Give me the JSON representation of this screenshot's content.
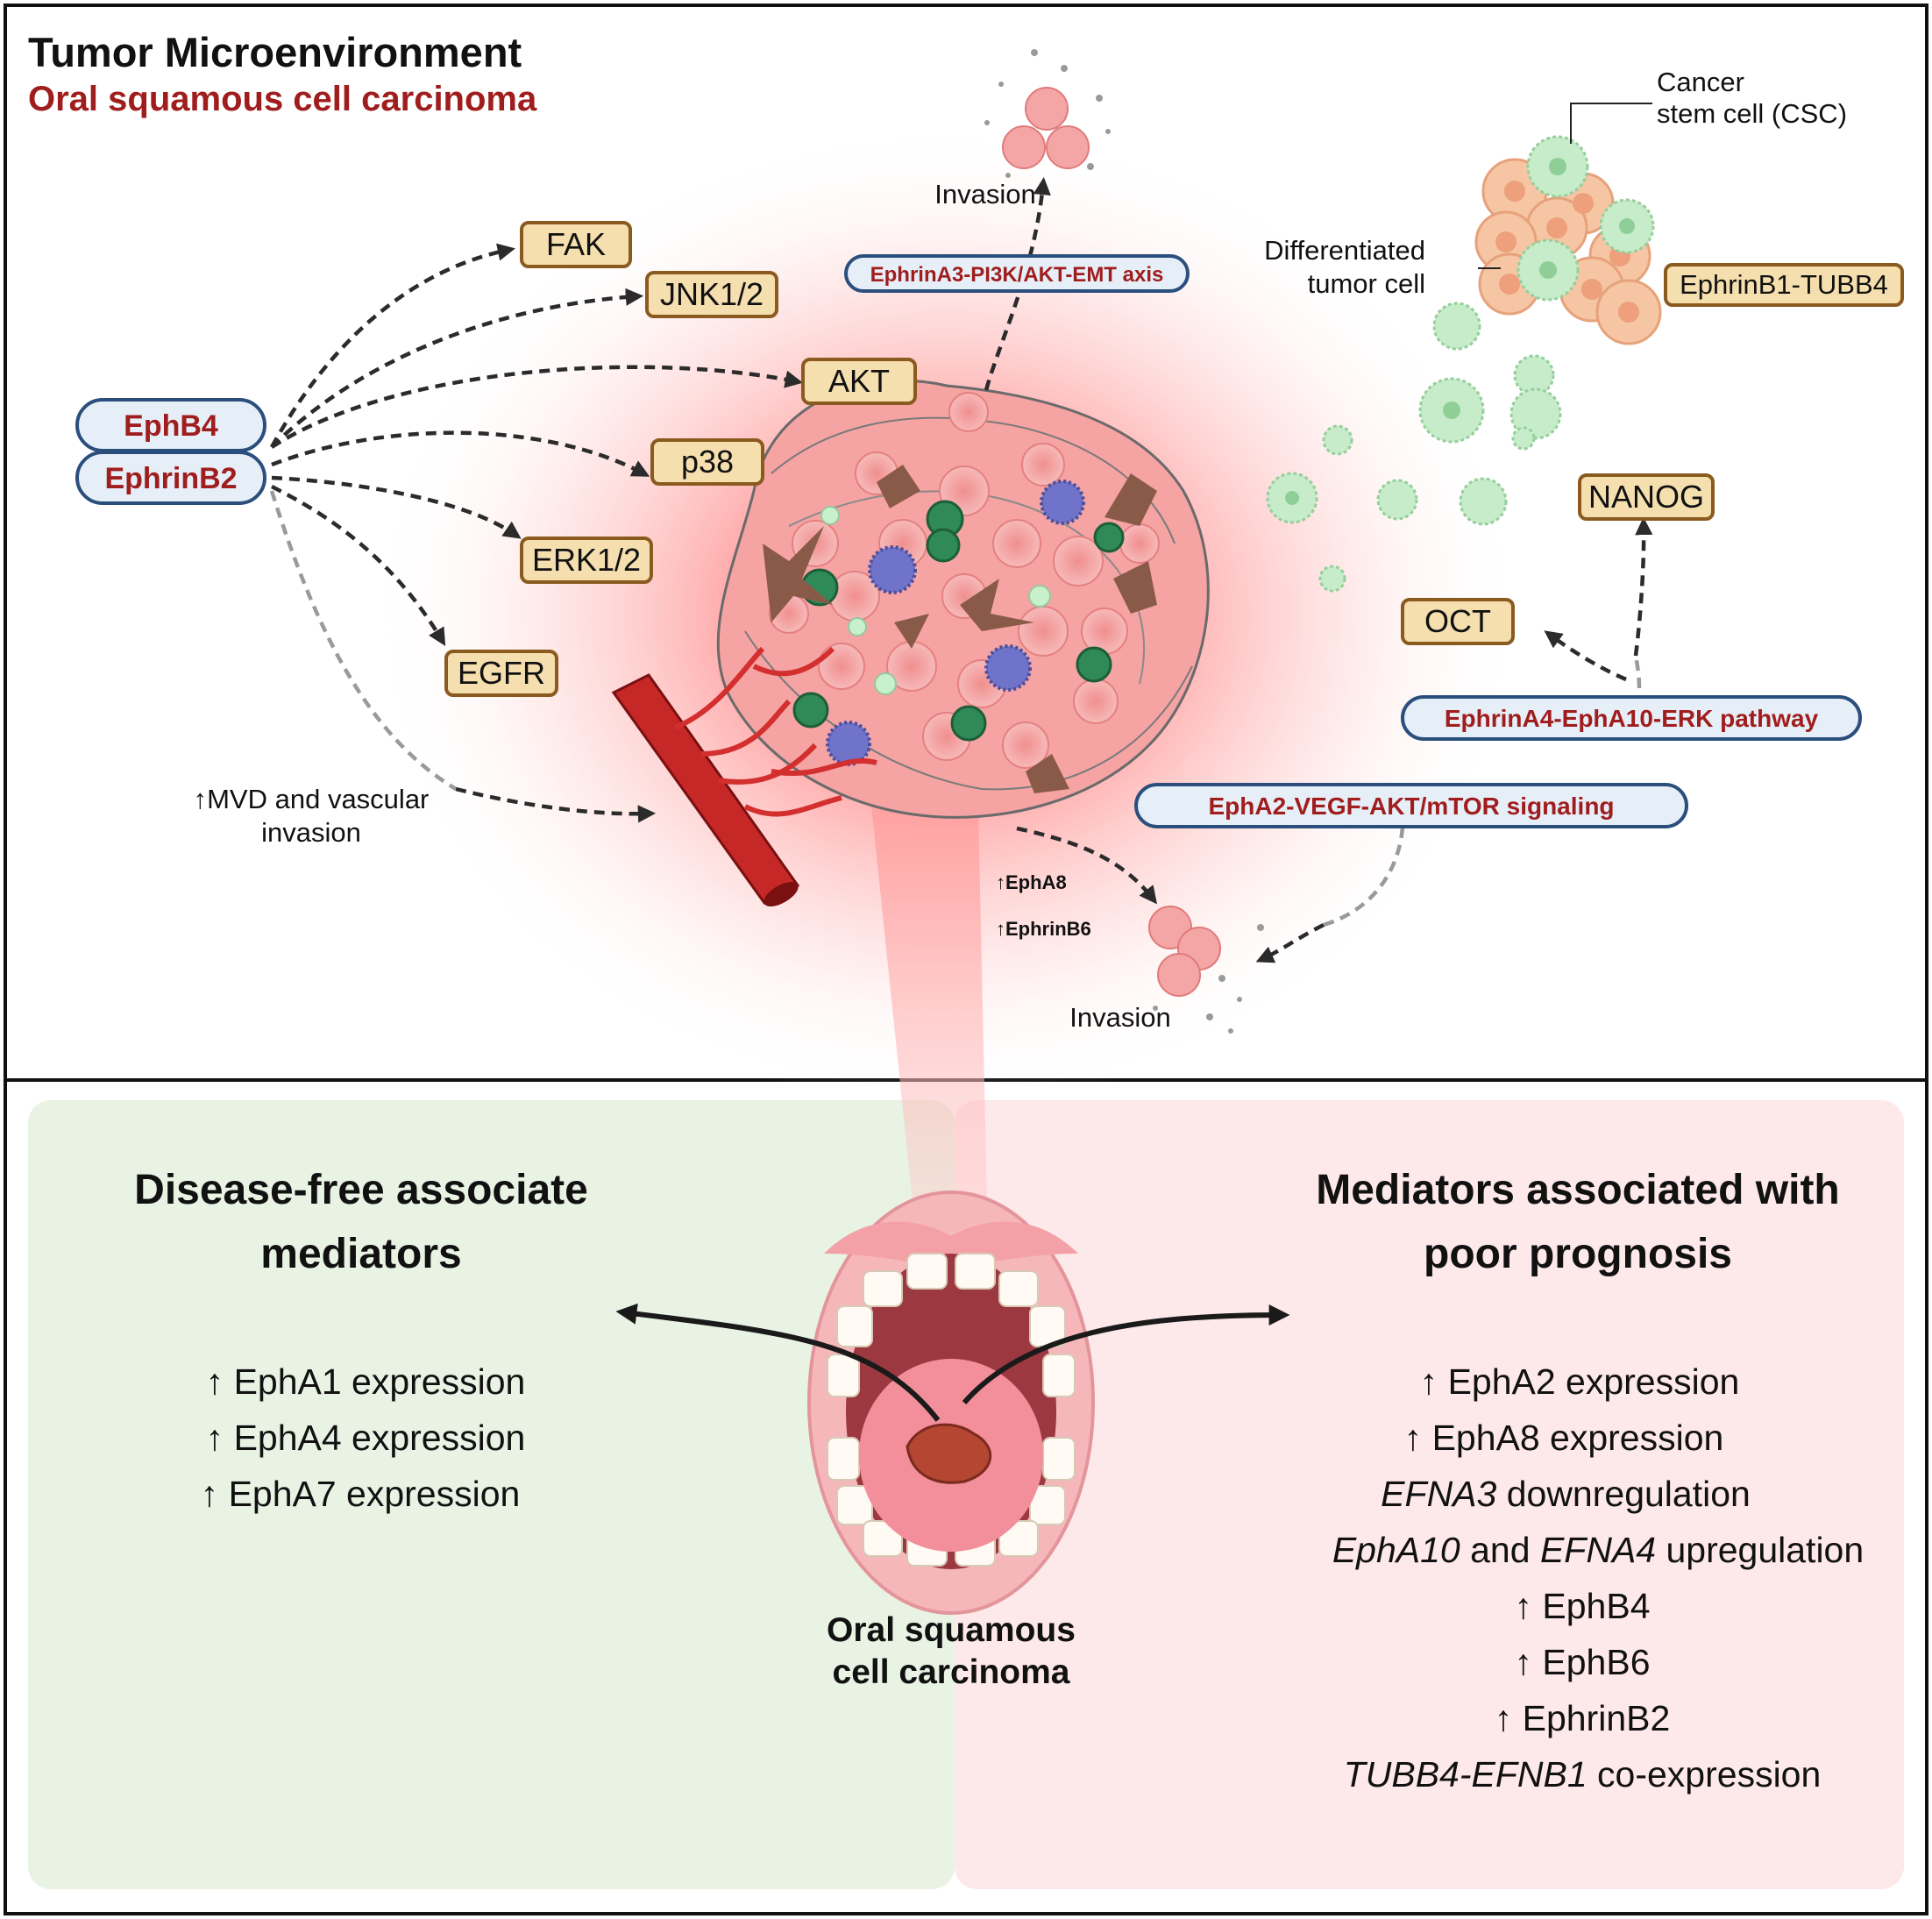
{
  "header": {
    "title": "Tumor Microenvironment",
    "subtitle": "Oral squamous cell carcinoma"
  },
  "receptors": {
    "ephb4": "EphB4",
    "ephrinb2": "EphrinB2"
  },
  "targets": {
    "fak": "FAK",
    "jnk": "JNK1/2",
    "akt": "AKT",
    "p38": "p38",
    "erk": "ERK1/2",
    "egfr": "EGFR",
    "nanog": "NANOG",
    "oct": "OCT"
  },
  "labels": {
    "mvd_1": "↑MVD and vascular",
    "mvd_2": "invasion",
    "invasion_top": "Invasion",
    "invasion_bottom": "Invasion",
    "epha8": "↑EphA8",
    "ephrinb6": "↑EphrinB6",
    "csc_1": "Cancer",
    "csc_2": "stem cell (CSC)",
    "diff_1": "Differentiated",
    "diff_2": "tumor cell"
  },
  "pathways": {
    "ephrina3": "EphrinA3-PI3K/AKT-EMT axis",
    "ephrinb1": "EphrinB1-TUBB4",
    "ephrina4": "EphrinA4-EphA10-ERK pathway",
    "epha2": "EphA2-VEGF-AKT/mTOR signaling"
  },
  "left_panel": {
    "heading_1": "Disease-free associate",
    "heading_2": "mediators",
    "items": [
      "↑ EphA1 expression",
      "↑ EphA4 expression",
      "↑ EphA7 expression"
    ]
  },
  "right_panel": {
    "heading_1": "Mediators associated with",
    "heading_2": "poor prognosis",
    "items": {
      "i1": "↑ EphA2 expression",
      "i2": "↑ EphA8 expression",
      "i3_it": "EFNA3",
      "i3_rest": " downregulation",
      "i4_it1": "EphA10",
      "i4_mid": " and ",
      "i4_it2": "EFNA4",
      "i4_rest": " upregulation",
      "i5": "↑ EphB4",
      "i6": "↑ EphB6",
      "i7": "↑ EphrinB2",
      "i8_it": "TUBB4-EFNB1",
      "i8_rest": " co-expression"
    }
  },
  "center_label": {
    "line1": "Oral squamous",
    "line2": "cell carcinoma"
  },
  "colors": {
    "accent_red": "#a01d1d",
    "box_fill": "#f5dfae",
    "box_stroke": "#8a5a1f",
    "pill_stroke": "#2b4f7d",
    "green_panel": "#e8f3e4",
    "pink_panel": "#fde8ea"
  }
}
